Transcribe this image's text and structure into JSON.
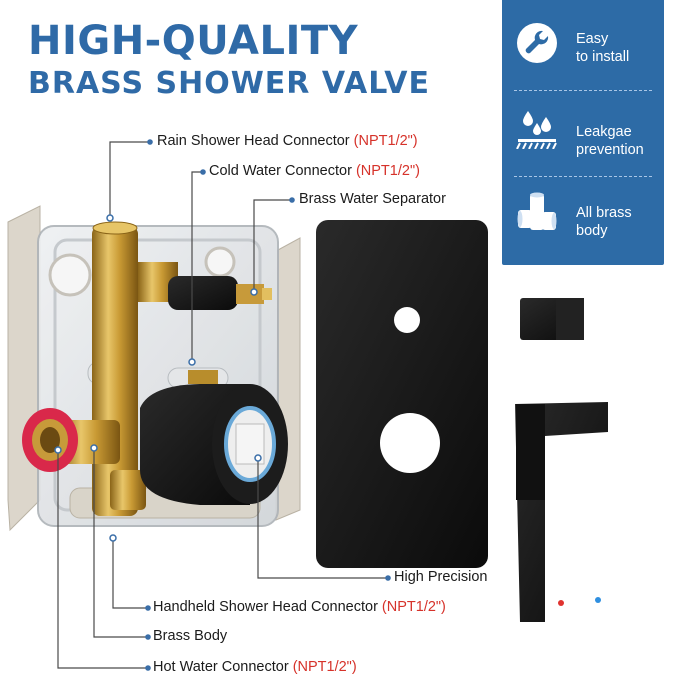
{
  "header": {
    "title": "HIGH-QUALITY",
    "subtitle": "BRASS SHOWER VALVE"
  },
  "features": [
    {
      "icon": "wrench-icon",
      "line1": "Easy",
      "line2": "to install"
    },
    {
      "icon": "water-drop-icon",
      "line1": "Leakgae",
      "line2": "prevention"
    },
    {
      "icon": "brass-body-icon",
      "line1": "All brass",
      "line2": "body"
    }
  ],
  "callouts": {
    "rain": {
      "label": "Rain Shower Head Connector ",
      "spec": "(NPT1/2\")"
    },
    "cold": {
      "label": "Cold Water Connector ",
      "spec": "(NPT1/2\")"
    },
    "separator": {
      "label": "Brass Water Separator"
    },
    "precision": {
      "label": "High Precision"
    },
    "handheld": {
      "label": "Handheld Shower Head Connector ",
      "spec": "(NPT1/2\")"
    },
    "body": {
      "label": "Brass Body"
    },
    "hot": {
      "label": "Hot Water Connector ",
      "spec": "(NPT1/2\")"
    }
  },
  "colors": {
    "brand_blue": "#2f6aa7",
    "panel_blue": "#2d6ba6",
    "spec_red": "#d6322a",
    "brass": "#c9a23f",
    "matte_black": "#141414"
  }
}
